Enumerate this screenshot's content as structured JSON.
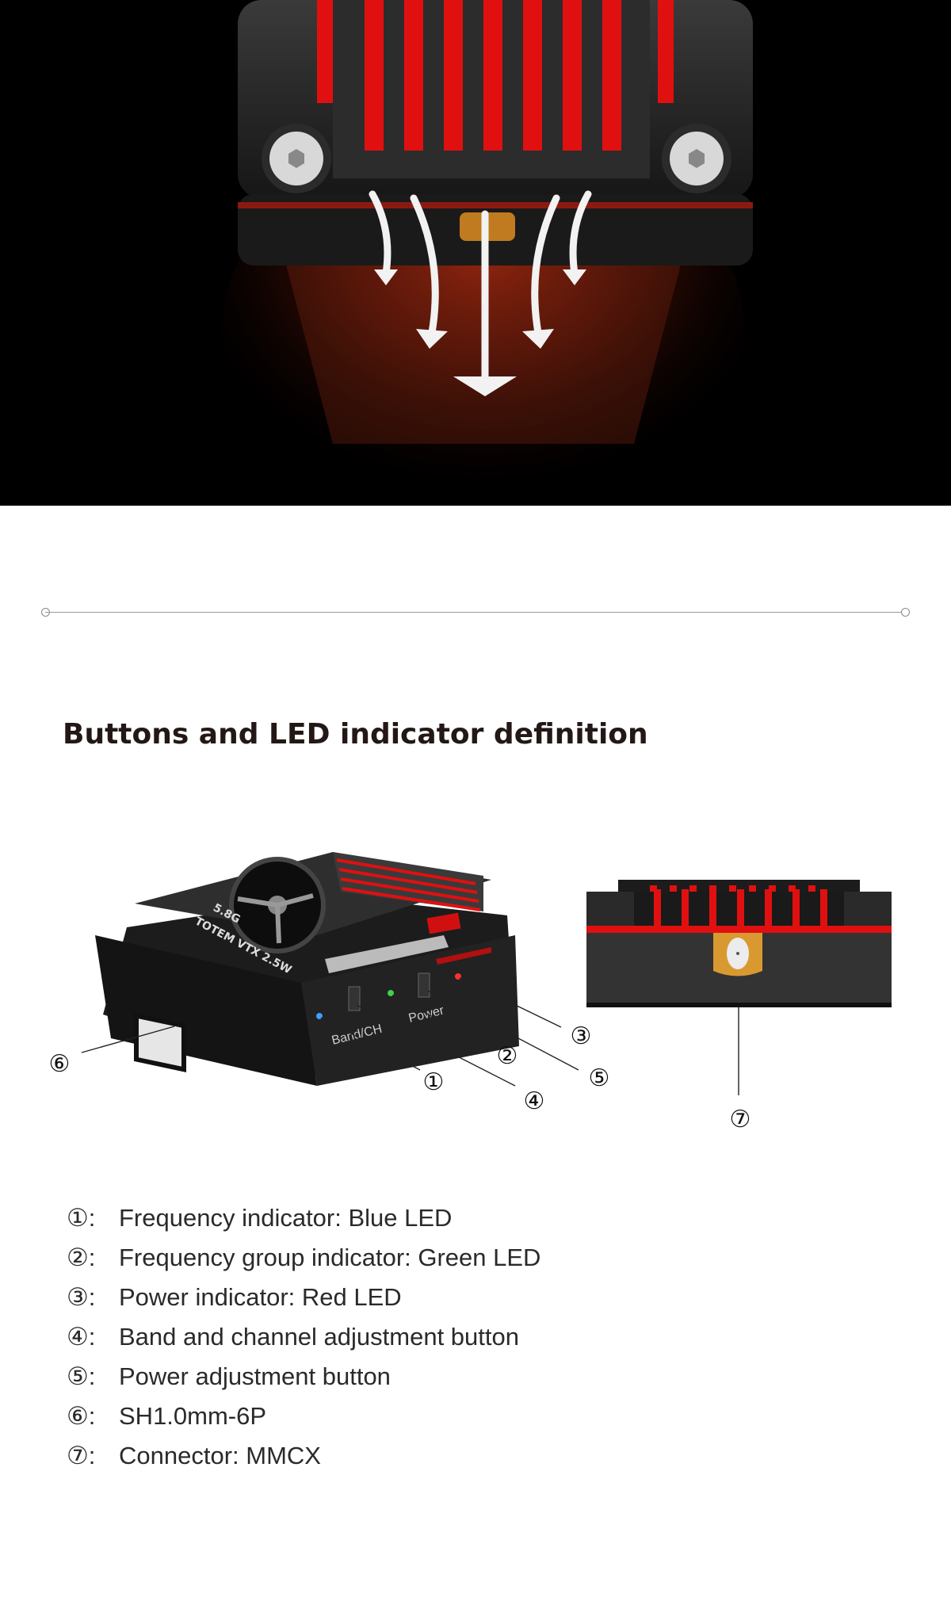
{
  "hero": {
    "icon": "heatsink-airflow-image"
  },
  "section": {
    "title": "Buttons and LED indicator definition"
  },
  "device_labels": {
    "band_ch": "Band/CH",
    "power": "Power",
    "model": "TOTEM VTX 2.5W",
    "freq": "5.8G"
  },
  "callouts": [
    "①",
    "②",
    "③",
    "④",
    "⑤",
    "⑥",
    "⑦"
  ],
  "definitions": [
    {
      "num": "①:",
      "text": "Frequency indicator: Blue LED"
    },
    {
      "num": "②:",
      "text": "Frequency group indicator: Green LED"
    },
    {
      "num": "③:",
      "text": "Power indicator: Red LED"
    },
    {
      "num": "④:",
      "text": "Band and channel adjustment button"
    },
    {
      "num": "⑤:",
      "text": "Power adjustment button"
    },
    {
      "num": "⑥:",
      "text": "SH1.0mm-6P"
    },
    {
      "num": "⑦:",
      "text": "Connector:  MMCX"
    }
  ],
  "colors": {
    "accent_red": "#e01010",
    "heading": "#231815",
    "led_blue": "#3aa0ff",
    "led_green": "#3fd04a"
  }
}
